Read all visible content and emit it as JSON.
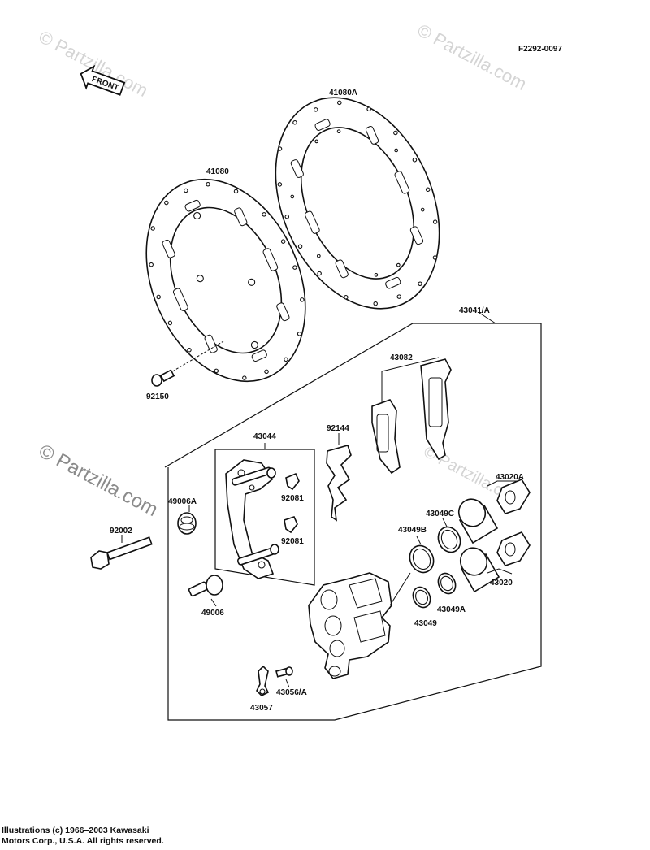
{
  "figure_code": "F2292-0097",
  "front_label": "FRONT",
  "watermark_text": "© Partzilla.com",
  "parts": {
    "disc_right": "41080A",
    "disc_left": "41080",
    "caliper_assy": "43041/A",
    "pad_set": "43082",
    "disc_bolt": "92150",
    "spring": "92144",
    "bracket": "43044",
    "boot_a": "49006A",
    "clip_a": "92081",
    "clip_b": "92081",
    "mount_bolt": "92002",
    "pin": "49006",
    "piston_a": "43020A",
    "seal_c": "43049C",
    "seal_b": "43049B",
    "piston": "43020",
    "seal_a": "43049A",
    "seal": "43049",
    "bleeder": "43056/A",
    "cap": "43057"
  },
  "copyright_line1": "Illustrations (c) 1966–2003 Kawasaki",
  "copyright_line2": "Motors Corp., U.S.A.  All rights reserved."
}
